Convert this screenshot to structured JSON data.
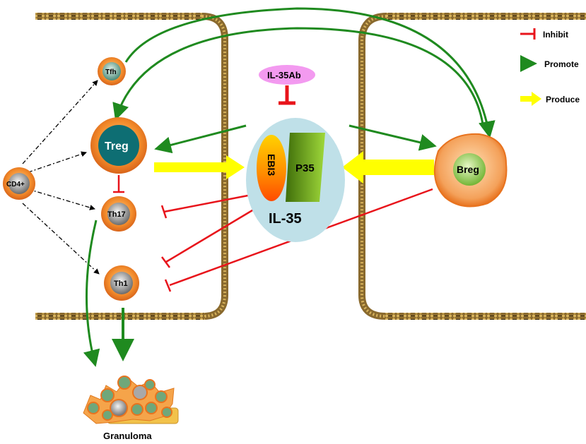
{
  "legend": {
    "inhibit": "Inhibit",
    "promote": "Promote",
    "produce": "Produce"
  },
  "cells": {
    "cd4": "CD4+",
    "tfh": "Tfh",
    "treg": "Treg",
    "th17": "Th17",
    "th1": "Th1",
    "breg": "Breg"
  },
  "cytokine": {
    "antibody": "IL-35Ab",
    "subunit_a": "EBI3",
    "subunit_b": "P35",
    "name": "IL-35"
  },
  "granuloma_label": "Granuloma",
  "colors": {
    "inhibit": "#e8141b",
    "promote": "#1f8a1f",
    "produce": "#ffff00",
    "cell_rim": "#e8731f",
    "treg_nucleus": "#0e6e73",
    "cytokine_bg": "#bfe0e8",
    "antibody_bg": "#f39af0"
  }
}
